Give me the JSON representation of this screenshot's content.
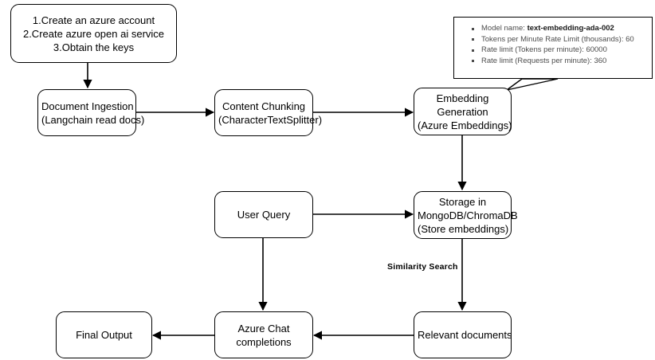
{
  "diagram": {
    "title": "Azure OpenAI RAG pipeline flowchart",
    "nodes": [
      {
        "id": "prereq",
        "name": "prerequisites",
        "lines": [
          "1.Create an azure account",
          "2.Create azure open ai service",
          "3.Obtain the keys"
        ]
      },
      {
        "id": "ingestion",
        "name": "document-ingestion",
        "lines": [
          "Document Ingestion",
          "(Langchain read docs)"
        ]
      },
      {
        "id": "chunking",
        "name": "content-chunking",
        "lines": [
          "Content Chunking",
          "(CharacterTextSplitter)"
        ]
      },
      {
        "id": "embedding",
        "name": "embedding-generation",
        "lines": [
          "Embedding",
          "Generation",
          "(Azure Embeddings)"
        ]
      },
      {
        "id": "storage",
        "name": "storage-mongodb-chromadb",
        "lines": [
          "Storage in",
          "MongoDB/ChromaDB",
          "(Store embeddings)"
        ]
      },
      {
        "id": "query",
        "name": "user-query",
        "lines": [
          "User Query"
        ]
      },
      {
        "id": "relevant",
        "name": "relevant-documents",
        "lines": [
          "Relevant documents"
        ]
      },
      {
        "id": "chat",
        "name": "azure-chat-completions",
        "lines": [
          "Azure Chat",
          "completions"
        ]
      },
      {
        "id": "output",
        "name": "final-output",
        "lines": [
          "Final Output"
        ]
      }
    ],
    "edge_labels": [
      {
        "id": "similarity",
        "text": "Similarity Search"
      }
    ],
    "callout": {
      "target": "embedding-generation",
      "items": [
        {
          "label": "Model name: ",
          "value": "text-embedding-ada-002",
          "bold_value": true
        },
        {
          "label": "Tokens per Minute Rate Limit (thousands): 60",
          "value": "",
          "bold_value": false
        },
        {
          "label": "Rate limit (Tokens per minute): 60000",
          "value": "",
          "bold_value": false
        },
        {
          "label": "Rate limit (Requests per minute): 360",
          "value": "",
          "bold_value": false
        }
      ]
    },
    "colors": {
      "stroke": "#000000",
      "background": "#ffffff",
      "callout_text": "#4d4d4d"
    }
  }
}
